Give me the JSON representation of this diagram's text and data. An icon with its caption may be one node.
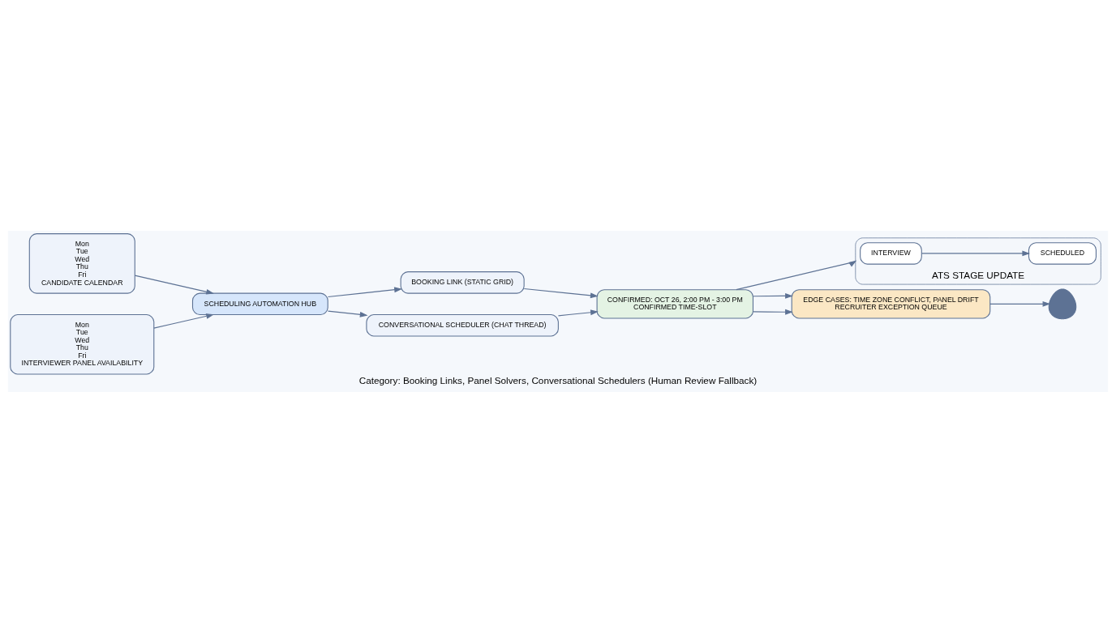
{
  "diagram": {
    "caption": "Category: Booking Links, Panel Solvers, Conversational Schedulers (Human Review Fallback)",
    "nodes": [
      {
        "text": [
          "Mon",
          "Tue",
          "Wed",
          "Thu",
          "Fri",
          "CANDIDATE CALENDAR"
        ]
      },
      {
        "text": [
          "Mon",
          "Tue",
          "Wed",
          "Thu",
          "Fri",
          "INTERVIEWER PANEL AVAILABILITY"
        ]
      },
      {
        "text": [
          "SCHEDULING AUTOMATION HUB"
        ]
      },
      {
        "text": [
          "BOOKING LINK (STATIC GRID)"
        ]
      },
      {
        "text": [
          "CONVERSATIONAL SCHEDULER (CHAT THREAD)"
        ]
      },
      {
        "text": [
          "CONFIRMED: OCT 26, 2:00 PM - 3:00 PM",
          "CONFIRMED TIME-SLOT"
        ]
      },
      {
        "text": [
          "ATS STAGE UPDATE"
        ]
      },
      {
        "text": [
          "INTERVIEW"
        ],
        "in": 6
      },
      {
        "text": [
          "SCHEDULED"
        ],
        "in": 6
      },
      {
        "text": [
          "EDGE CASES: TIME ZONE CONFLICT, PANEL DRIFT",
          "RECRUITER EXCEPTION QUEUE"
        ]
      },
      {
        "text": [],
        "shape": "person"
      }
    ],
    "edges": [
      {
        "from": 0,
        "to": 2,
        "arrow": "to"
      },
      {
        "from": 1,
        "to": 2,
        "arrow": "to"
      },
      {
        "from": 2,
        "to": 3,
        "arrow": "to"
      },
      {
        "from": 2,
        "to": 4,
        "arrow": "to"
      },
      {
        "from": 3,
        "to": 5,
        "arrow": "to"
      },
      {
        "from": 4,
        "to": 5,
        "arrow": "to"
      },
      {
        "from": 5,
        "to": 6,
        "arrow": "to"
      },
      {
        "from": 7,
        "to": 8,
        "arrow": "to"
      },
      {
        "from": 5,
        "to": 9,
        "arrow": "to"
      },
      {
        "from": 5,
        "to": 9,
        "arrow": "to"
      },
      {
        "from": 9,
        "to": 10,
        "arrow": "to"
      }
    ]
  }
}
